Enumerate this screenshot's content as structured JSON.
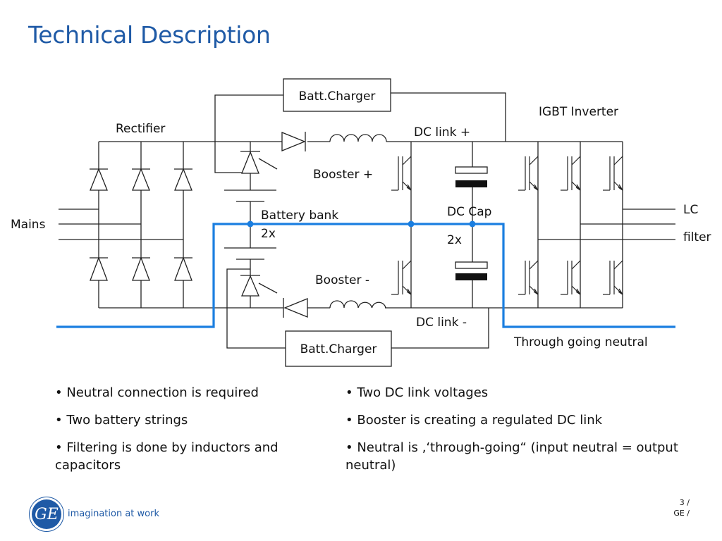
{
  "slide": {
    "title": "Technical Description"
  },
  "diagram": {
    "labels": {
      "batt_charger_top": "Batt.Charger",
      "batt_charger_bottom": "Batt.Charger",
      "rectifier": "Rectifier",
      "igbt_inverter": "IGBT Inverter",
      "dc_link_plus": "DC link +",
      "dc_link_minus": "DC link -",
      "booster_plus": "Booster +",
      "booster_minus": "Booster -",
      "battery_bank": "Battery bank",
      "battery_count": "2x",
      "dc_cap": "DC Cap",
      "cap_count": "2x",
      "mains": "Mains",
      "lc": "LC",
      "filter": "filter",
      "neutral": "Through going neutral"
    },
    "colors": {
      "wire": "#222222",
      "neutral": "#1a7ee0"
    }
  },
  "bullets": {
    "left": [
      "• Neutral connection is required",
      "• Two battery strings",
      "• Filtering is done by inductors and capacitors"
    ],
    "right": [
      "• Two DC link voltages",
      "• Booster is creating a regulated DC link",
      "• Neutral is ‚‘through-going“ (input neutral = output neutral)"
    ]
  },
  "footer": {
    "logo_text": "GE",
    "tagline": "imagination at work",
    "page": "3 /",
    "org": "GE /"
  }
}
